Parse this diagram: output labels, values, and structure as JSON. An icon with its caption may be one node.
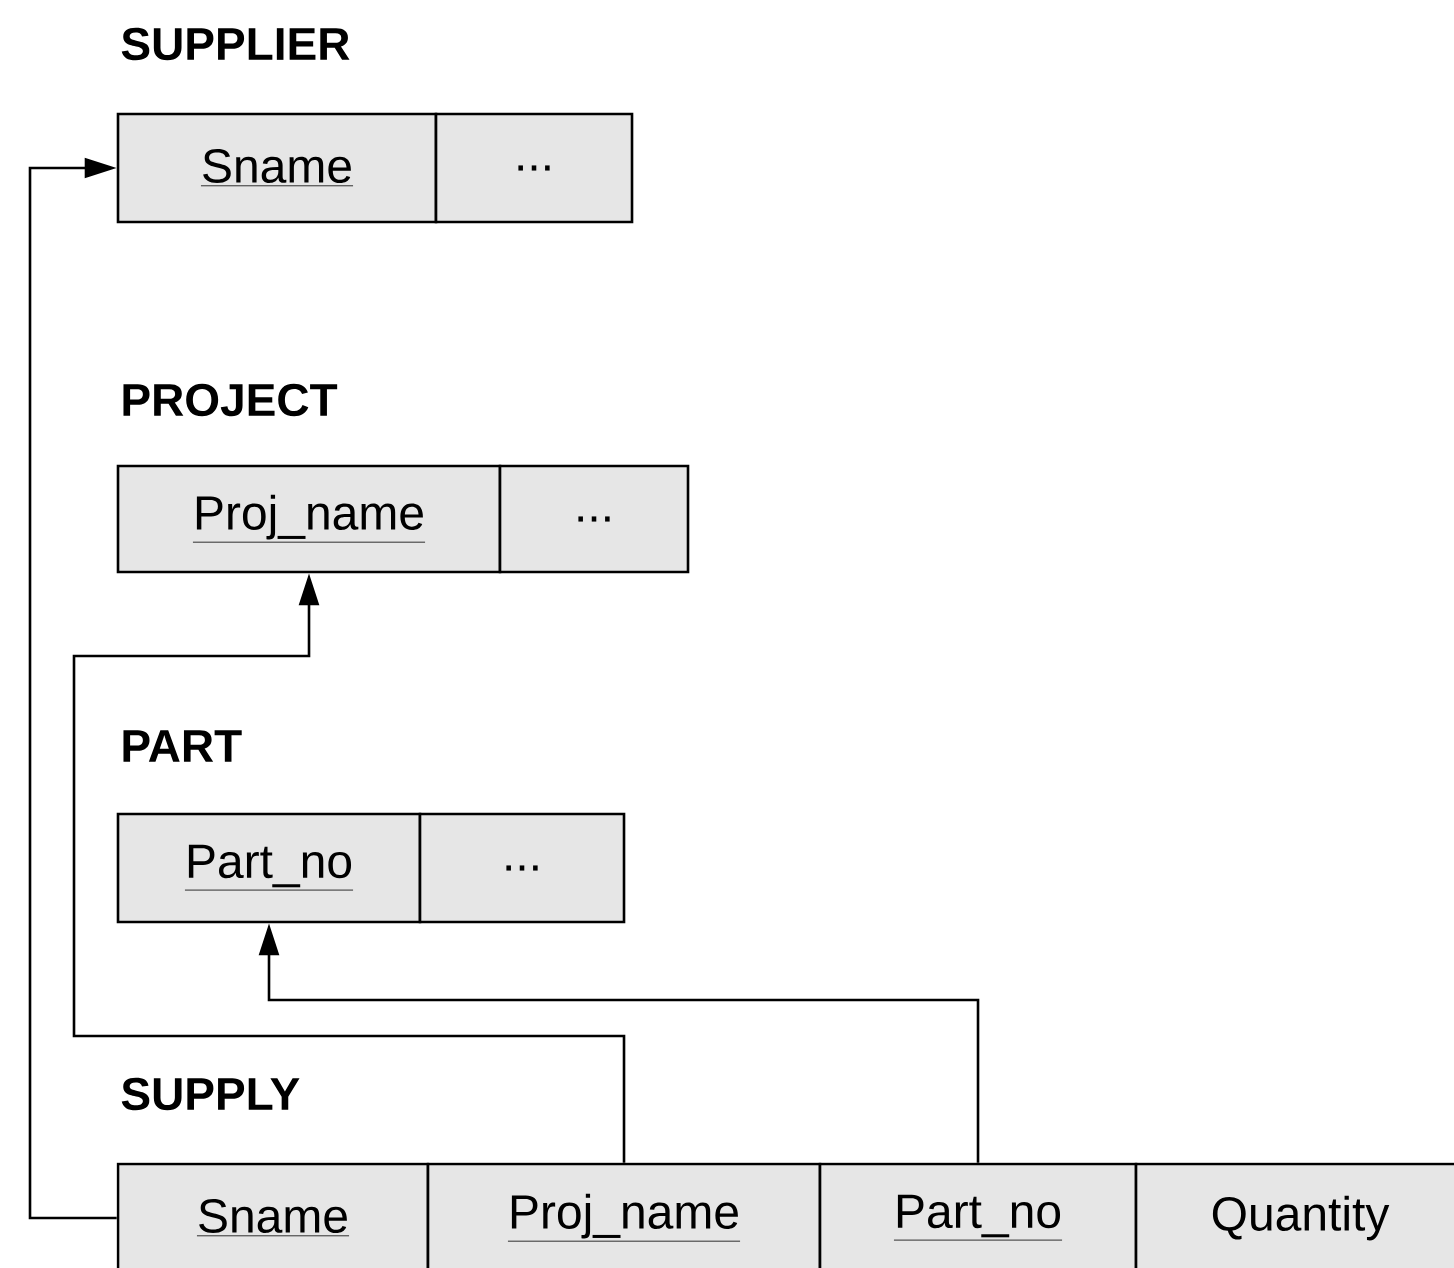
{
  "diagram": {
    "nodes": [
      {
        "text": [
          "Sname"
        ]
      },
      {
        "text": [
          "..."
        ]
      },
      {
        "text": [
          "Proj_name"
        ]
      },
      {
        "text": [
          "..."
        ]
      },
      {
        "text": [
          "Part_no"
        ]
      },
      {
        "text": [
          "..."
        ]
      },
      {
        "text": [
          "Sname"
        ]
      },
      {
        "text": [
          "Proj_name"
        ]
      },
      {
        "text": [
          "Part_no"
        ]
      },
      {
        "text": [
          "Quantity"
        ]
      }
    ],
    "edges": [
      {
        "from": 6,
        "to": 0,
        "arrow": "to"
      },
      {
        "from": 7,
        "to": 2,
        "arrow": "to"
      },
      {
        "from": 8,
        "to": 4,
        "arrow": "to"
      }
    ],
    "labels": [
      "SUPPLIER",
      "PROJECT",
      "PART",
      "SUPPLY"
    ]
  }
}
